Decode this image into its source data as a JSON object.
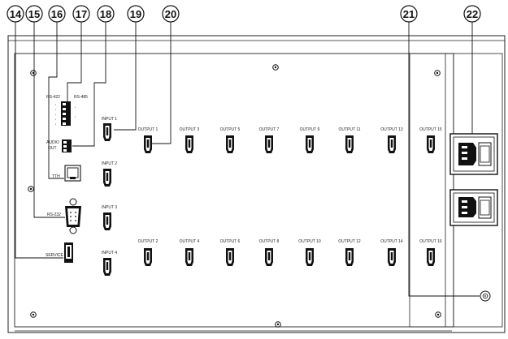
{
  "callouts": [
    "14",
    "15",
    "16",
    "17",
    "18",
    "19",
    "20",
    "21",
    "22"
  ],
  "labels": {
    "rs422": "RS-422",
    "rs485": "RS-485",
    "audio": "AUDIO",
    "out": "OUT",
    "tth": "TTH",
    "rs232": "RS-232",
    "service": "SERVICE",
    "inputs": [
      "INPUT 1",
      "INPUT 2",
      "INPUT 3",
      "INPUT 4"
    ],
    "outputs_top": [
      "OUTPUT 1",
      "OUTPUT 3",
      "OUTPUT 5",
      "OUTPUT 7",
      "OUTPUT 9",
      "OUTPUT 11",
      "OUTPUT 13",
      "OUTPUT 15"
    ],
    "outputs_bottom": [
      "OUTPUT 2",
      "OUTPUT 4",
      "OUTPUT 6",
      "OUTPUT 8",
      "OUTPUT 10",
      "OUTPUT 12",
      "OUTPUT 14",
      "OUTPUT 16"
    ]
  }
}
